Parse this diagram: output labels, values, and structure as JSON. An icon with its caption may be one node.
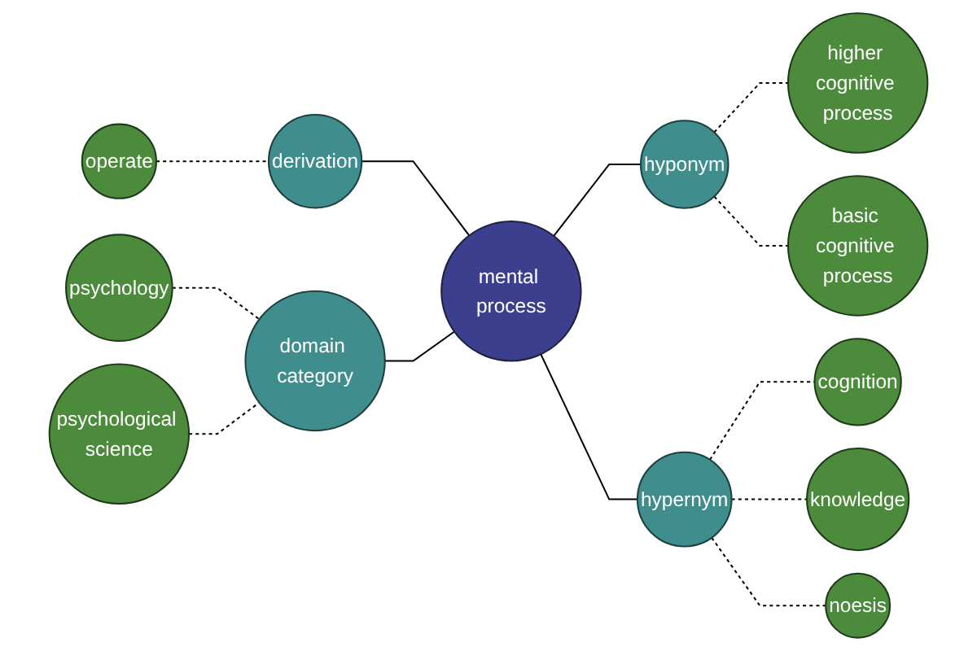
{
  "diagram": {
    "nodes": [
      {
        "text": [
          "higher cognitive process"
        ]
      },
      {
        "text": [
          "basic cognitive process"
        ]
      },
      {
        "text": [
          "hyponym"
        ]
      },
      {
        "text": [
          "operate"
        ]
      },
      {
        "text": [
          "derivation"
        ]
      },
      {
        "text": [
          "mental process"
        ]
      },
      {
        "text": [
          "domain category"
        ]
      },
      {
        "text": [
          "psychology"
        ]
      },
      {
        "text": [
          "hypernym"
        ]
      },
      {
        "text": [
          "cognition"
        ]
      },
      {
        "text": [
          "psychological science"
        ]
      },
      {
        "text": [
          "knowledge"
        ]
      },
      {
        "text": [
          "noesis"
        ]
      }
    ],
    "edges": [
      {
        "from": 4,
        "to": 5,
        "arrow": "none"
      },
      {
        "from": 6,
        "to": 5,
        "arrow": "none"
      },
      {
        "from": 5,
        "to": 2,
        "arrow": "none"
      },
      {
        "from": 5,
        "to": 8,
        "arrow": "none"
      },
      {
        "from": 3,
        "to": 4,
        "arrow": "none",
        "style": "dashed"
      },
      {
        "from": 7,
        "to": 6,
        "arrow": "none",
        "style": "dashed"
      },
      {
        "from": 10,
        "to": 6,
        "arrow": "none",
        "style": "dashed"
      },
      {
        "from": 2,
        "to": 0,
        "arrow": "none",
        "style": "dashed"
      },
      {
        "from": 2,
        "to": 1,
        "arrow": "none",
        "style": "dashed"
      },
      {
        "from": 8,
        "to": 9,
        "arrow": "none",
        "style": "dashed"
      },
      {
        "from": 8,
        "to": 11,
        "arrow": "none",
        "style": "dashed"
      },
      {
        "from": 8,
        "to": 12,
        "arrow": "none",
        "style": "dashed"
      }
    ]
  }
}
